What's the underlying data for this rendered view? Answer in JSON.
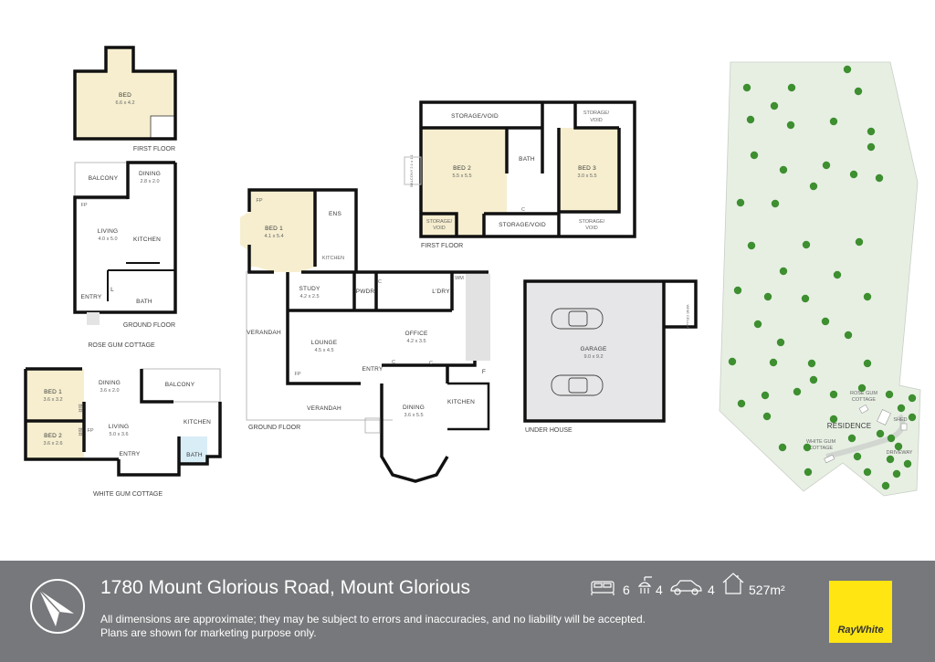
{
  "rose_gum_cottage": {
    "name": "ROSE GUM COTTAGE",
    "first_floor_label": "FIRST FLOOR",
    "ground_floor_label": "GROUND FLOOR",
    "rooms": {
      "bed": {
        "label": "BED",
        "dim": "6.6 x 4.2"
      },
      "balcony": {
        "label": "BALCONY"
      },
      "dining": {
        "label": "DINING",
        "dim": "2.8 x 2.0"
      },
      "fp": {
        "label": "FP"
      },
      "living": {
        "label": "LIVING",
        "dim": "4.0 x 5.0"
      },
      "kitchen": {
        "label": "KITCHEN"
      },
      "linen": {
        "label": "L"
      },
      "entry": {
        "label": "ENTRY"
      },
      "bath": {
        "label": "BATH"
      }
    }
  },
  "white_gum_cottage": {
    "name": "WHITE GUM COTTAGE",
    "rooms": {
      "bed1": {
        "label": "BED 1",
        "dim": "3.6 x 3.2"
      },
      "bed2": {
        "label": "BED 2",
        "dim": "3.6 x 2.6"
      },
      "bir1": {
        "label": "BIR"
      },
      "bir2": {
        "label": "BIR"
      },
      "dining": {
        "label": "DINING",
        "dim": "3.6 x 2.0"
      },
      "balcony": {
        "label": "BALCONY"
      },
      "fp": {
        "label": "FP"
      },
      "living": {
        "label": "LIVING",
        "dim": "5.0 x 3.6"
      },
      "kitchen": {
        "label": "KITCHEN"
      },
      "entry": {
        "label": "ENTRY"
      },
      "bath": {
        "label": "BATH"
      }
    }
  },
  "residence_ground": {
    "label": "GROUND FLOOR",
    "rooms": {
      "bed1": {
        "label": "BED 1",
        "dim": "4.1 x 5.4"
      },
      "fp1": {
        "label": "FP"
      },
      "ens": {
        "label": "ENS"
      },
      "kitchenette": {
        "label": "KITCHEN"
      },
      "study": {
        "label": "STUDY",
        "dim": "4.2 x 2.5"
      },
      "pwdr": {
        "label": "PWDR"
      },
      "c1": {
        "label": "C"
      },
      "laundry": {
        "label": "L'DRY"
      },
      "wm": {
        "label": "WM"
      },
      "verandah1": {
        "label": "VERANDAH"
      },
      "lounge": {
        "label": "LOUNGE",
        "dim": "4.5 x 4.5"
      },
      "fp2": {
        "label": "FP"
      },
      "office": {
        "label": "OFFICE",
        "dim": "4.2 x 3.5"
      },
      "entry": {
        "label": "ENTRY"
      },
      "c2": {
        "label": "C"
      },
      "c3": {
        "label": "C"
      },
      "verandah2": {
        "label": "VERANDAH"
      },
      "dining": {
        "label": "DINING",
        "dim": "3.6 x 5.5"
      },
      "kitchen": {
        "label": "KITCHEN"
      },
      "fridge": {
        "label": "F"
      }
    }
  },
  "residence_first": {
    "label": "FIRST FLOOR",
    "rooms": {
      "storage_top": {
        "label": "STORAGE/VOID"
      },
      "storage_tr": {
        "line1": "STORAGE/",
        "line2": "VOID"
      },
      "bed2": {
        "label": "BED 2",
        "dim": "5.5 x 5.5"
      },
      "bath": {
        "label": "BATH"
      },
      "bed3": {
        "label": "BED 3",
        "dim": "3.0 x 5.5"
      },
      "balcony": {
        "label": "BALCONY 2.1 x 1.1"
      },
      "storage_bl": {
        "line1": "STORAGE/",
        "line2": "VOID"
      },
      "c": {
        "label": "C"
      },
      "storage_bottom": {
        "label": "STORAGE/VOID"
      },
      "storage_br": {
        "line1": "STORAGE/",
        "line2": "VOID"
      }
    }
  },
  "under_house": {
    "label": "UNDER HOUSE",
    "garage": {
      "label": "GARAGE",
      "dim": "9.0 x 9.2"
    },
    "cellar": {
      "label": "WINE CELLAR"
    }
  },
  "site_plan": {
    "rose_gum": {
      "line1": "ROSE GUM",
      "line2": "COTTAGE"
    },
    "residence": "RESIDENCE",
    "shed": "SHED",
    "white_gum": {
      "line1": "WHITE GUM",
      "line2": "COTTAGE"
    },
    "driveway": "DRIVEWAY",
    "colors": {
      "land": "#e7efe3",
      "tree": "#3e8f30"
    }
  },
  "footer": {
    "title": "1780 Mount Glorious Road, Mount Glorious",
    "disclaimer_line1": "All dimensions are approximate; they may be subject to errors and inaccuracies, and no liability will be accepted.",
    "disclaimer_line2": "Plans are shown for marketing purpose only.",
    "stats": {
      "bedrooms": "6",
      "bathrooms": "4",
      "car_spaces": "4",
      "area": "527m²"
    },
    "brand": "RayWhite",
    "colors": {
      "band": "#77787b",
      "brand": "#ffe512"
    }
  }
}
